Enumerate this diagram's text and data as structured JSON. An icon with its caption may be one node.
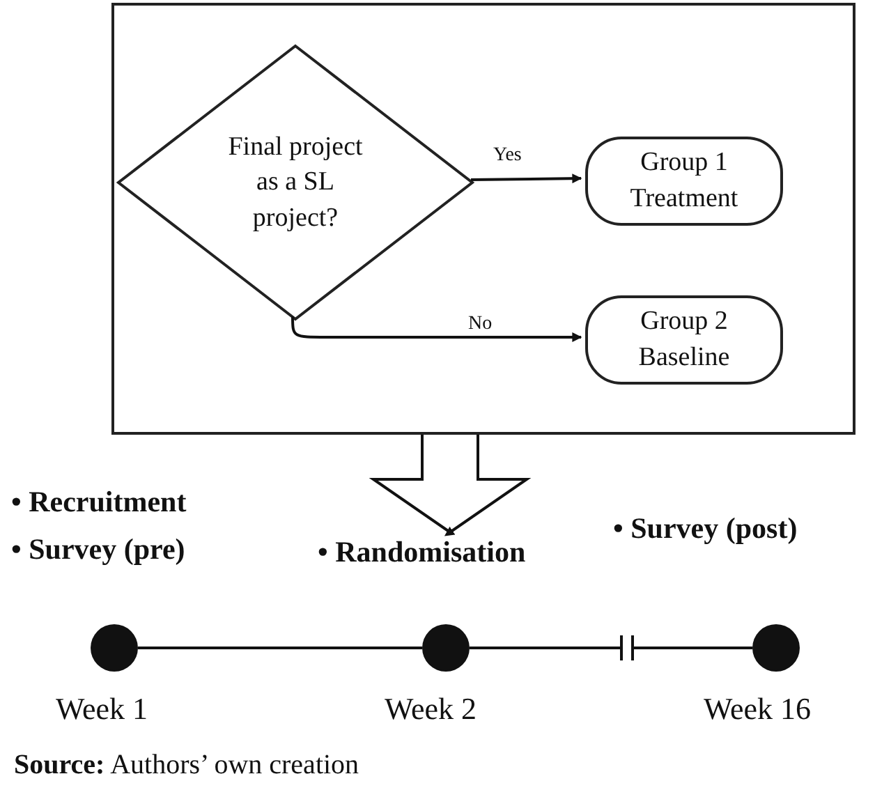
{
  "diagram": {
    "caption": "**Source:** Authors’ own creation",
    "nodes": [
      {
        "text": [],
        "shape": "box"
      },
      {
        "text": [
          "Final project as a SL project?"
        ],
        "in": 0
      },
      {
        "text": [
          "Group 1 Treatment"
        ],
        "in": 0
      },
      {
        "text": [
          "Group 2 Baseline"
        ],
        "in": 0
      },
      {
        "text": [],
        "shape": "circle",
        "beside": [
          "• Recruitment",
          "• Survey (pre)",
          "Week 1"
        ]
      },
      {
        "text": [
          "• Randomisation"
        ]
      },
      {
        "text": [],
        "shape": "circle",
        "beside": [
          "Week 2"
        ]
      },
      {
        "text": [],
        "shape": "circle",
        "beside": [
          "• Survey (post)",
          "Week 16"
        ]
      }
    ],
    "edges": [
      {
        "from": 1,
        "to": 2,
        "arrow": "to",
        "label": "Yes"
      },
      {
        "from": 1,
        "to": 3,
        "arrow": "to",
        "label": "No"
      },
      {
        "from": 0,
        "to": 5,
        "arrow": "to"
      },
      {
        "from": 4,
        "to": 6,
        "arrow": "none"
      },
      {
        "from": 6,
        "to": 7,
        "arrow": "none"
      }
    ]
  }
}
